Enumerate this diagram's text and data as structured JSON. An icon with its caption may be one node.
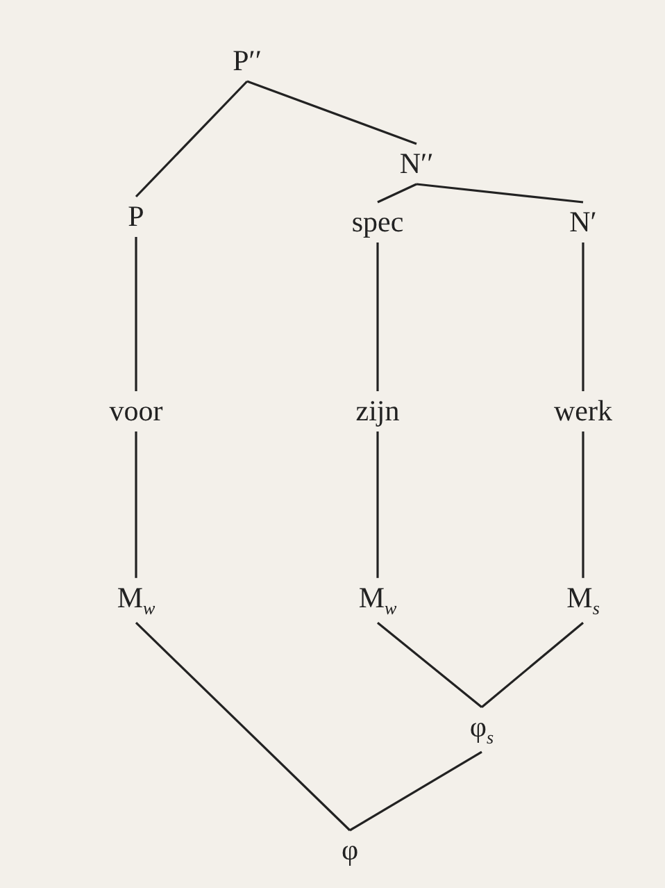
{
  "diagram": {
    "nodes": [
      {
        "text": [
          "P′′"
        ]
      },
      {
        "text": [
          "P"
        ]
      },
      {
        "text": [
          "N′′"
        ]
      },
      {
        "text": [
          "spec"
        ]
      },
      {
        "text": [
          "N′"
        ]
      },
      {
        "text": [
          "voor"
        ]
      },
      {
        "text": [
          "zijn"
        ]
      },
      {
        "text": [
          "werk"
        ]
      },
      {
        "text": [
          "M$_{w}$"
        ]
      },
      {
        "text": [
          "M$_{w}$"
        ]
      },
      {
        "text": [
          "M$_{s}$"
        ]
      },
      {
        "text": [
          "φ$_{s}$"
        ]
      },
      {
        "text": [
          "φ"
        ]
      }
    ],
    "edges": [
      {
        "from": 0,
        "to": 1,
        "arrow": "none"
      },
      {
        "from": 0,
        "to": 2,
        "arrow": "none"
      },
      {
        "from": 2,
        "to": 3,
        "arrow": "none"
      },
      {
        "from": 2,
        "to": 4,
        "arrow": "none"
      },
      {
        "from": 1,
        "to": 5,
        "arrow": "none"
      },
      {
        "from": 3,
        "to": 6,
        "arrow": "none"
      },
      {
        "from": 4,
        "to": 7,
        "arrow": "none"
      },
      {
        "from": 5,
        "to": 8,
        "arrow": "none"
      },
      {
        "from": 6,
        "to": 9,
        "arrow": "none"
      },
      {
        "from": 7,
        "to": 10,
        "arrow": "none"
      },
      {
        "from": 9,
        "to": 11,
        "arrow": "none"
      },
      {
        "from": 10,
        "to": 11,
        "arrow": "none"
      },
      {
        "from": 8,
        "to": 12,
        "arrow": "none"
      },
      {
        "from": 11,
        "to": 12,
        "arrow": "none"
      }
    ]
  }
}
